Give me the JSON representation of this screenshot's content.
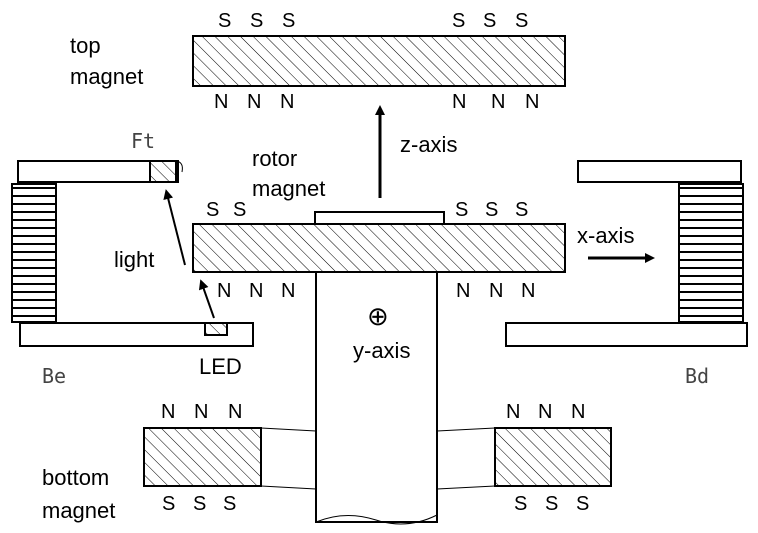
{
  "labels": {
    "top_magnet_line1": "top",
    "top_magnet_line2": "magnet",
    "rotor_magnet_line1": "rotor",
    "rotor_magnet_line2": "magnet",
    "bottom_magnet_line1": "bottom",
    "bottom_magnet_line2": "magnet",
    "z_axis": "z-axis",
    "x_axis": "x-axis",
    "y_axis": "y-axis",
    "light": "light",
    "led": "LED",
    "ft": "Ft",
    "be": "Be",
    "bd": "Bd",
    "y_axis_symbol": "⊕"
  },
  "poles": {
    "south": "S",
    "north": "N"
  },
  "colors": {
    "ink": "#000000",
    "background": "#ffffff",
    "mono_text": "#444444"
  }
}
